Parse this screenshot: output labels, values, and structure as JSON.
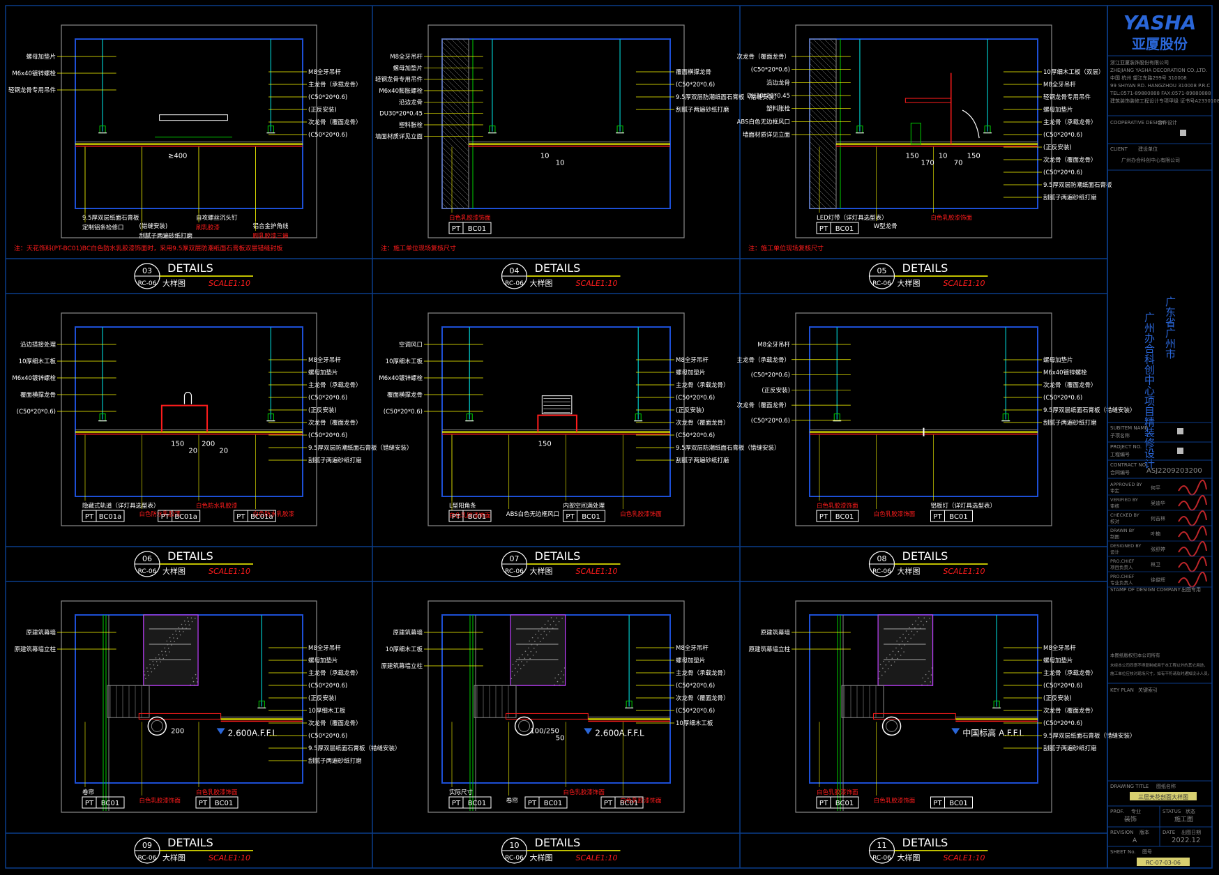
{
  "colors": {
    "frame": "#0b3d8a",
    "panel": "#1d4fd6",
    "gray": "#8a8a8a",
    "yellow": "#ffff00",
    "red": "#ff1c1c",
    "green": "#00d000",
    "magenta": "#c040ff",
    "cyan": "#00c8c8",
    "white": "#ffffff",
    "titleBlue": "#2a66d8"
  },
  "details": [
    {
      "num": "03",
      "ref": "RC-06",
      "title": "DETAILS",
      "sub": "大样图",
      "scale": "SCALE1:10",
      "note": "注：天花饰料(PT-BC01)BC白色防水乳胶漆饰面时，采用9.5厚双层防潮纸面石膏板双层错缝封板",
      "labels_left": [
        "螺母加垫片",
        "M6x40镀锌螺栓",
        "轻钢龙骨专用吊件"
      ],
      "labels_right": [
        "M8全牙吊杆",
        "主龙骨（承载龙骨）",
        "(C50*20*0.6)",
        "(正反安装)",
        "次龙骨（覆面龙骨）",
        "(C50*20*0.6)"
      ],
      "labels_bottom": [
        "9.5厚双层纸面石膏板",
        "(错缝安装)",
        "自攻螺丝沉头钉",
        "铝合金护角线",
        "定制铝条检修口",
        "刮腻子两遍砂纸打磨",
        "刷乳胶漆",
        "刷乳胶漆三遍"
      ],
      "dims": [
        "≥400"
      ],
      "tags": []
    },
    {
      "num": "04",
      "ref": "RC-06",
      "title": "DETAILS",
      "sub": "大样图",
      "scale": "SCALE1:10",
      "note": "注：施工单位现场复核尺寸",
      "labels_left": [
        "M8全牙吊杆",
        "螺母加垫片",
        "轻钢龙骨专用吊件",
        "M6x40膨胀螺栓",
        "沿边龙骨",
        "DU30*20*0.45",
        "塑料胀栓",
        "墙面材质详见立面"
      ],
      "labels_right": [
        "覆面横撑龙骨",
        "(C50*20*0.6)",
        "9.5厚双层防潮纸面石膏板（错缝安装）",
        "刮腻子两遍砂纸打磨"
      ],
      "labels_bottom": [
        "白色乳胶漆饰面"
      ],
      "dims": [
        "10",
        "10"
      ],
      "tags": [
        {
          "code": "PT",
          "val": "BC01"
        }
      ]
    },
    {
      "num": "05",
      "ref": "RC-06",
      "title": "DETAILS",
      "sub": "大样图",
      "scale": "SCALE1:10",
      "note": "注：施工单位现场复核尺寸",
      "labels_left": [
        "次龙骨（覆面龙骨）",
        "(C50*20*0.6)",
        "沿边龙骨",
        "DU30*20*0.45",
        "塑料胀栓",
        "ABS白色无边框风口",
        "墙面材质详见立面"
      ],
      "labels_right": [
        "10厚细木工板（双层）",
        "M8全牙吊杆",
        "轻钢龙骨专用吊件",
        "螺母加垫片",
        "主龙骨（承载龙骨）",
        "(C50*20*0.6)",
        "(正反安装)",
        "次龙骨（覆面龙骨）",
        "(C50*20*0.6)",
        "9.5厚双层防潮纸面石膏板",
        "刮腻子两遍砂纸打磨"
      ],
      "labels_bottom": [
        "LED灯带（详灯具选型表）",
        "W型龙骨",
        "白色乳胶漆饰面"
      ],
      "dims": [
        "150",
        "170",
        "10",
        "70",
        "150"
      ],
      "tags": [
        {
          "code": "PT",
          "val": "BC01"
        }
      ]
    },
    {
      "num": "06",
      "ref": "RC-06",
      "title": "DETAILS",
      "sub": "大样图",
      "scale": "SCALE1:10",
      "note": "",
      "labels_left": [
        "沿边搭接处理",
        "10厚细木工板",
        "M6x40镀锌螺栓",
        "覆面横撑龙骨",
        "(C50*20*0.6)"
      ],
      "labels_right": [
        "M8全牙吊杆",
        "螺母加垫片",
        "主龙骨（承载龙骨）",
        "(C50*20*0.6)",
        "(正反安装)",
        "次龙骨（覆面龙骨）",
        "(C50*20*0.6)",
        "9.5厚双层防潮纸面石膏板（错缝安装）",
        "刮腻子两遍砂纸打磨"
      ],
      "labels_bottom": [
        "隐藏式轨道（详灯具选型表）",
        "白色防水乳胶漆",
        "白色防水乳胶漆",
        "白色防水乳胶漆"
      ],
      "dims": [
        "150",
        "20",
        "200",
        "20"
      ],
      "tags": [
        {
          "code": "PT",
          "val": "BC01a"
        },
        {
          "code": "PT",
          "val": "BC01a"
        },
        {
          "code": "PT",
          "val": "BC01a"
        }
      ]
    },
    {
      "num": "07",
      "ref": "RC-06",
      "title": "DETAILS",
      "sub": "大样图",
      "scale": "SCALE1:10",
      "note": "",
      "labels_left": [
        "空调风口",
        "10厚细木工板",
        "M6x40镀锌螺栓",
        "覆面横撑龙骨",
        "(C50*20*0.6)"
      ],
      "labels_right": [
        "M8全牙吊杆",
        "螺母加垫片",
        "主龙骨（承载龙骨）",
        "(C50*20*0.6)",
        "(正反安装)",
        "次龙骨（覆面龙骨）",
        "(C50*20*0.6)",
        "9.5厚双层防潮纸面石膏板（错缝安装）",
        "刮腻子两遍砂纸打磨"
      ],
      "labels_bottom": [
        "L型阳角条",
        "ABS白色无边框风口",
        "内部空间满处理",
        "白色乳胶漆饰面",
        "白色乳胶漆饰面"
      ],
      "dims": [
        "150"
      ],
      "tags": [
        {
          "code": "PT",
          "val": "BC01"
        },
        {
          "code": "PT",
          "val": "BC01"
        }
      ]
    },
    {
      "num": "08",
      "ref": "RC-06",
      "title": "DETAILS",
      "sub": "大样图",
      "scale": "SCALE1:10",
      "note": "",
      "labels_left": [
        "M8全牙吊杆",
        "主龙骨（承载龙骨）",
        "(C50*20*0.6)",
        "(正反安装)",
        "次龙骨（覆面龙骨）",
        "(C50*20*0.6)"
      ],
      "labels_right": [
        "螺母加垫片",
        "M6x40镀锌螺栓",
        "次龙骨（覆面龙骨）",
        "(C50*20*0.6)",
        "9.5厚双层纸面石膏板（错缝安装）",
        "刮腻子两遍砂纸打磨"
      ],
      "labels_bottom": [
        "白色乳胶漆饰面",
        "白色乳胶漆饰面",
        "铝板灯（详灯具选型表）"
      ],
      "dims": [],
      "tags": [
        {
          "code": "PT",
          "val": "BC01"
        },
        {
          "code": "PT",
          "val": "BC01"
        }
      ]
    },
    {
      "num": "09",
      "ref": "RC-06",
      "title": "DETAILS",
      "sub": "大样图",
      "scale": "SCALE1:10",
      "note": "",
      "labels_left": [
        "原建筑幕墙",
        "原建筑幕墙立柱"
      ],
      "labels_right": [
        "M8全牙吊杆",
        "螺母加垫片",
        "主龙骨（承载龙骨）",
        "(C50*20*0.6)",
        "(正反安装)",
        "10厚细木工板",
        "次龙骨（覆面龙骨）",
        "(C50*20*0.6)",
        "9.5厚双层纸面石膏板（错缝安装）",
        "刮腻子两遍砂纸打磨"
      ],
      "labels_bottom": [
        "卷帘",
        "白色乳胶漆饰面",
        "白色乳胶漆饰面"
      ],
      "dims": [
        "200"
      ],
      "level": "2.600A.F.F.L",
      "tags": [
        {
          "code": "PT",
          "val": "BC01"
        },
        {
          "code": "PT",
          "val": "BC01"
        }
      ]
    },
    {
      "num": "10",
      "ref": "RC-06",
      "title": "DETAILS",
      "sub": "大样图",
      "scale": "SCALE1:10",
      "note": "",
      "labels_left": [
        "原建筑幕墙",
        "10厚细木工板",
        "原建筑幕墙立柱"
      ],
      "labels_right": [
        "M8全牙吊杆",
        "螺母加垫片",
        "主龙骨（承载龙骨）",
        "(C50*20*0.6)",
        "次龙骨（覆面龙骨）",
        "(C50*20*0.6)",
        "10厚细木工板"
      ],
      "labels_bottom": [
        "实际尺寸",
        "卷帘",
        "白色乳胶漆饰面",
        "白色乳胶漆饰面"
      ],
      "dims": [
        "100/250",
        "50"
      ],
      "level": "2.600A.F.F.L",
      "tags": [
        {
          "code": "PT",
          "val": "BC01"
        },
        {
          "code": "PT",
          "val": "BC01"
        },
        {
          "code": "PT",
          "val": "BC01"
        }
      ]
    },
    {
      "num": "11",
      "ref": "RC-06",
      "title": "DETAILS",
      "sub": "大样图",
      "scale": "SCALE1:10",
      "note": "",
      "labels_left": [
        "原建筑幕墙",
        "原建筑幕墙立柱"
      ],
      "labels_right": [
        "M8全牙吊杆",
        "螺母加垫片",
        "主龙骨（承载龙骨）",
        "(C50*20*0.6)",
        "(正反安装)",
        "次龙骨（覆面龙骨）",
        "(C50*20*0.6)",
        "9.5厚双层纸面石膏板（错缝安装）",
        "刮腻子两遍砂纸打磨"
      ],
      "labels_bottom": [
        "白色乳胶漆饰面",
        "白色乳胶漆饰面"
      ],
      "dims": [],
      "level": "中国标高 A.F.F.L",
      "tags": [
        {
          "code": "PT",
          "val": "BC01"
        },
        {
          "code": "PT",
          "val": "BC01"
        }
      ]
    }
  ],
  "titleblock": {
    "logo": "YASHA",
    "logo_cn": "亚厦股份",
    "company_cn": "浙江亚厦装饰股份有限公司",
    "company_en": "ZHEJIANG YASHA DECORATION CO.,LTD.",
    "addr1": "中国 杭州 望江东路299号 310008",
    "addr2": "99 SHIYAN RD. HANGZHOU 310008 P.R.C",
    "tel": "TEL:0571-89880888   FAX:0571-89880888",
    "cert": "建筑装饰装修工程设计专项甲级 证书号A233010840",
    "coop_label": "COOPERATIVE DESIGN",
    "coop_cn": "合作设计",
    "client_label": "CLIENT",
    "client_cn": "建设单位",
    "client_val": "广州办合科创中心有限公司",
    "project_vertical": "广州办合科创中心项目精装修设计",
    "project_vertical2": "广东省广州市",
    "subitem_label": "SUBITEM NAME",
    "subitem_cn": "子项名称",
    "projno_label": "PROJECT NO.",
    "projno_cn": "工程编号",
    "contract_label": "CONTRACT NO.",
    "contract_cn": "合同编号",
    "contract_val": "ASJ2209203200",
    "rows": [
      {
        "en": "APPROVED BY",
        "cn": "审定",
        "name": "何平"
      },
      {
        "en": "VERIFIED BY",
        "cn": "审核",
        "name": "吴迪华"
      },
      {
        "en": "CHECKED BY",
        "cn": "校对",
        "name": "何吉林"
      },
      {
        "en": "DRAWN BY",
        "cn": "制图",
        "name": "叶楠"
      },
      {
        "en": "DESIGNED BY",
        "cn": "设计",
        "name": "张舒婷"
      },
      {
        "en": "PRO.CHIEF",
        "cn": "项目负责人",
        "name": "林卫"
      },
      {
        "en": "PRO.CHIEF",
        "cn": "专业负责人",
        "name": "徐俊辉"
      }
    ],
    "stamp_label": "STAMP OF DESIGN COMPANY",
    "stamp_cn": "出图专用",
    "note1": "本图纸版权归本公司所有",
    "note2": "未经本公司同意不得复制或用于本工程以外的其它用途，",
    "note3": "施工单位应核对现场尺寸，如有不符请及时通知设计人员。",
    "keyplan_label": "KEY PLAN",
    "keyplan_cn": "关键索引",
    "drawing_title_label": "DRAWING TITLE",
    "drawing_title_cn": "图纸名称",
    "drawing_title_val": "三层天花剖面大样图",
    "prof_label": "PROF.",
    "prof_cn": "专业",
    "prof_val": "装饰",
    "status_label": "STATUS",
    "status_cn": "状态",
    "status_val": "施工图",
    "rev_label": "REVISION",
    "rev_cn": "版本",
    "rev_val": "A",
    "date_label": "DATE",
    "date_cn": "出图日期",
    "date_val": "2022.12",
    "sheet_label": "SHEET No.",
    "sheet_cn": "图号",
    "sheet_val": "RC-07-03-06"
  }
}
